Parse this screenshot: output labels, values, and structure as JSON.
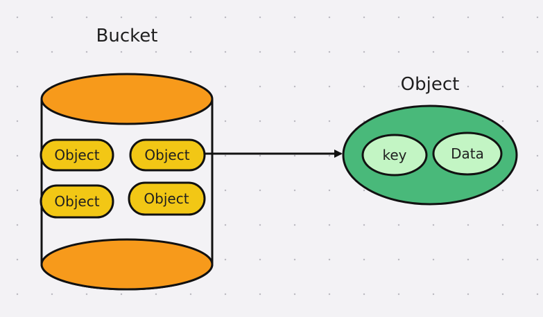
{
  "bucket": {
    "title": "Bucket",
    "objects": [
      "Object",
      "Object",
      "Object",
      "Object"
    ]
  },
  "object_detail": {
    "title": "Object",
    "parts": [
      "key",
      "Data"
    ]
  },
  "colors": {
    "background": "#f3f2f5",
    "bucket_fill": "#f79a1b",
    "object_pill": "#f2c715",
    "object_ellipse": "#49b97a",
    "part_fill": "#c3f5c4",
    "stroke": "#111111"
  }
}
